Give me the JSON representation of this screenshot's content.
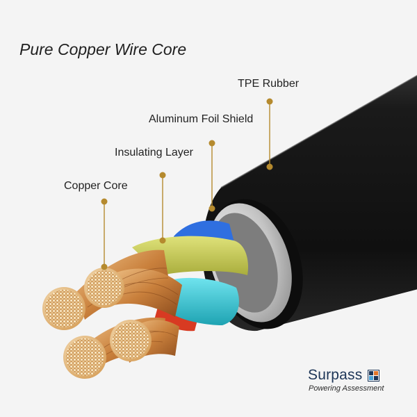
{
  "title": "Pure Copper Wire Core",
  "callouts": {
    "tpe_rubber": "TPE Rubber",
    "aluminum_foil_shield": "Aluminum Foil Shield",
    "insulating_layer": "Insulating Layer",
    "copper_core": "Copper Core"
  },
  "logo": {
    "name": "Surpass",
    "tagline": "Powering Assessment"
  },
  "colors": {
    "background": "#f4f4f4",
    "jacket": "#141414",
    "foil": "#c9c9c9",
    "copper": "#c9803c",
    "strand": "#e8bb78",
    "yellow_green": "#c8cc58",
    "cyan": "#38c6d4",
    "blue": "#2f6fe0",
    "red": "#d83a22",
    "callout_line": "#b58a2e",
    "brand_text": "#1d3557"
  }
}
